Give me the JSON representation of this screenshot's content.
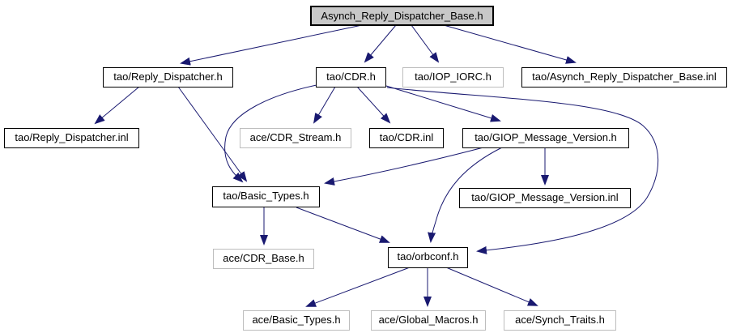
{
  "diagram": {
    "type": "include-dependency-graph",
    "root_label": "Asynch_Reply_Dispatcher_Base.h",
    "colors": {
      "edge": "#191970",
      "root_fill": "#c8c8c8",
      "node_fill": "#ffffff",
      "node_border": "#000000",
      "leaf_border": "#bdbdbd",
      "background": "#ffffff",
      "text": "#000000"
    },
    "nodes": [
      {
        "id": "asynch_reply_dispatcher_base_h",
        "label": "Asynch_Reply_Dispatcher_Base.h"
      },
      {
        "id": "tao_reply_dispatcher_h",
        "label": "tao/Reply_Dispatcher.h"
      },
      {
        "id": "tao_cdr_h",
        "label": "tao/CDR.h"
      },
      {
        "id": "tao_iop_iorc_h",
        "label": "tao/IOP_IORC.h"
      },
      {
        "id": "tao_asynch_reply_dispatcher_base_inl",
        "label": "tao/Asynch_Reply_Dispatcher_Base.inl"
      },
      {
        "id": "tao_reply_dispatcher_inl",
        "label": "tao/Reply_Dispatcher.inl"
      },
      {
        "id": "ace_cdr_stream_h",
        "label": "ace/CDR_Stream.h"
      },
      {
        "id": "tao_cdr_inl",
        "label": "tao/CDR.inl"
      },
      {
        "id": "tao_giop_message_version_h",
        "label": "tao/GIOP_Message_Version.h"
      },
      {
        "id": "tao_basic_types_h",
        "label": "tao/Basic_Types.h"
      },
      {
        "id": "tao_giop_message_version_inl",
        "label": "tao/GIOP_Message_Version.inl"
      },
      {
        "id": "ace_cdr_base_h",
        "label": "ace/CDR_Base.h"
      },
      {
        "id": "tao_orbconf_h",
        "label": "tao/orbconf.h"
      },
      {
        "id": "ace_basic_types_h",
        "label": "ace/Basic_Types.h"
      },
      {
        "id": "ace_global_macros_h",
        "label": "ace/Global_Macros.h"
      },
      {
        "id": "ace_synch_traits_h",
        "label": "ace/Synch_Traits.h"
      }
    ],
    "edges": [
      {
        "from": "asynch_reply_dispatcher_base_h",
        "to": "tao_reply_dispatcher_h"
      },
      {
        "from": "asynch_reply_dispatcher_base_h",
        "to": "tao_cdr_h"
      },
      {
        "from": "asynch_reply_dispatcher_base_h",
        "to": "tao_iop_iorc_h"
      },
      {
        "from": "asynch_reply_dispatcher_base_h",
        "to": "tao_asynch_reply_dispatcher_base_inl"
      },
      {
        "from": "tao_reply_dispatcher_h",
        "to": "tao_reply_dispatcher_inl"
      },
      {
        "from": "tao_reply_dispatcher_h",
        "to": "tao_basic_types_h"
      },
      {
        "from": "tao_cdr_h",
        "to": "ace_cdr_stream_h"
      },
      {
        "from": "tao_cdr_h",
        "to": "tao_cdr_inl"
      },
      {
        "from": "tao_cdr_h",
        "to": "tao_giop_message_version_h"
      },
      {
        "from": "tao_cdr_h",
        "to": "tao_basic_types_h"
      },
      {
        "from": "tao_cdr_h",
        "to": "tao_orbconf_h"
      },
      {
        "from": "tao_giop_message_version_h",
        "to": "tao_giop_message_version_inl"
      },
      {
        "from": "tao_giop_message_version_h",
        "to": "tao_basic_types_h"
      },
      {
        "from": "tao_giop_message_version_h",
        "to": "tao_orbconf_h"
      },
      {
        "from": "tao_basic_types_h",
        "to": "ace_cdr_base_h"
      },
      {
        "from": "tao_basic_types_h",
        "to": "tao_orbconf_h"
      },
      {
        "from": "tao_orbconf_h",
        "to": "ace_basic_types_h"
      },
      {
        "from": "tao_orbconf_h",
        "to": "ace_global_macros_h"
      },
      {
        "from": "tao_orbconf_h",
        "to": "ace_synch_traits_h"
      }
    ]
  }
}
